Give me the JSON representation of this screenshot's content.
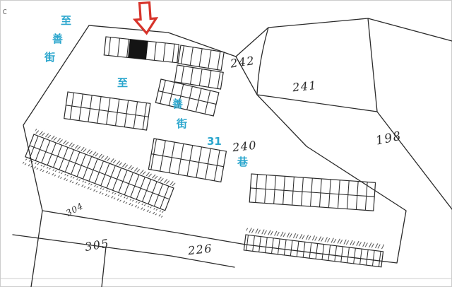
{
  "scan": {
    "corner_mark": "c",
    "border_color": "#cfcfcf"
  },
  "streets": {
    "color": "#2ba6cd",
    "left_vertical": [
      "至",
      "善",
      "街"
    ],
    "mid_diagonal": [
      "至",
      "善",
      "街"
    ],
    "lane_number": "31",
    "lane_char": "巷"
  },
  "plots": {
    "ink": "#2a2a2a",
    "highlight_fill": "#141414",
    "numbers": {
      "n242": "242",
      "n241": "241",
      "n198": "198",
      "n240": "240",
      "n226": "226",
      "n305": "305",
      "n304": "304"
    }
  },
  "arrow": {
    "color": "#d7342b",
    "fill": "#ffffff"
  }
}
